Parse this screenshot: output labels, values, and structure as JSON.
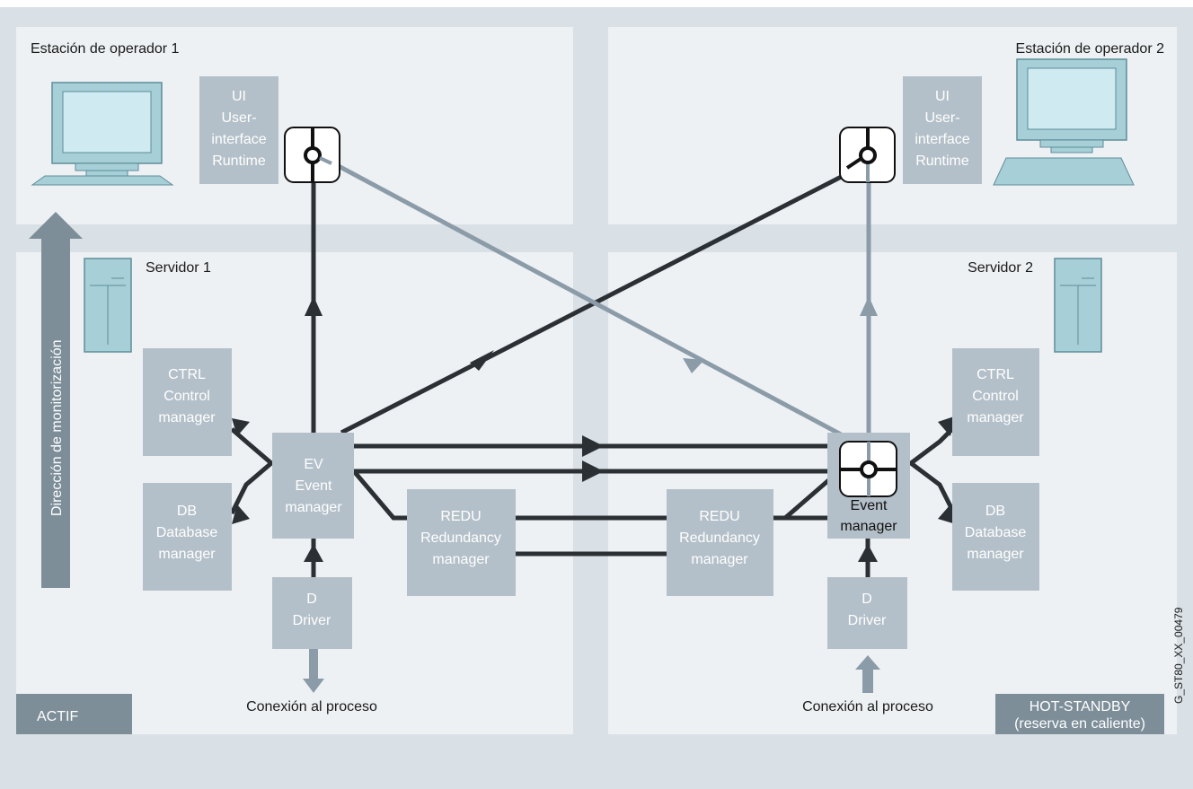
{
  "station1": {
    "title": "Estación de operador 1"
  },
  "station2": {
    "title": "Estación de operador 2"
  },
  "server1": {
    "title": "Servidor 1"
  },
  "server2": {
    "title": "Servidor 2"
  },
  "ui_box": {
    "l1": "UI",
    "l2": "User-",
    "l3": "interface",
    "l4": "Runtime"
  },
  "ctrl_box": {
    "l1": "CTRL",
    "l2": "Control",
    "l3": "manager"
  },
  "db_box": {
    "l1": "DB",
    "l2": "Database",
    "l3": "manager"
  },
  "ev_box": {
    "l1": "EV",
    "l2": "Event",
    "l3": "manager"
  },
  "ev2_box": {
    "l1": "Event",
    "l2": "manager"
  },
  "redu_box": {
    "l1": "REDU",
    "l2": "Redundancy",
    "l3": "manager"
  },
  "driver_box": {
    "l1": "D",
    "l2": "Driver"
  },
  "process_label": "Conexión al proceso",
  "monitor_direction": "Dirección de monitorización",
  "status_active": "ACTIF",
  "status_standby": {
    "l1": "HOT-STANDBY",
    "l2": "(reserva en caliente)"
  },
  "figure_code": "G_ST80_XX_00479",
  "colors": {
    "background": "#d9e0e6",
    "panel": "#eef1f4",
    "box": "#b4c0c9",
    "dark_line": "#2b3034",
    "light_line": "#8b9ca8",
    "status": "#7d8e99",
    "monitor": "#a6cfd8"
  }
}
